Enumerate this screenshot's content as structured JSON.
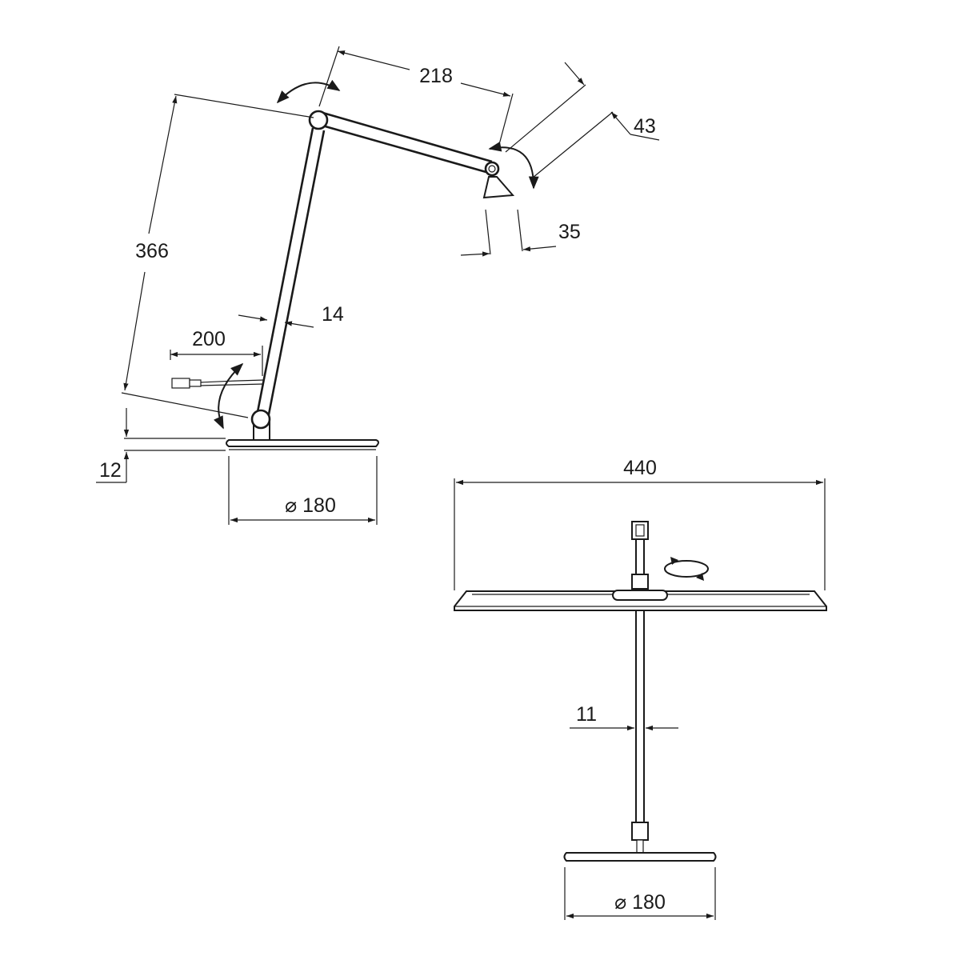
{
  "side_view": {
    "dim_218": "218",
    "dim_43": "43",
    "dim_35": "35",
    "dim_366": "366",
    "dim_14": "14",
    "dim_200": "200",
    "dim_12": "12",
    "dim_base": "⌀ 180"
  },
  "front_view": {
    "dim_440": "440",
    "dim_11": "11",
    "dim_base": "⌀ 180"
  }
}
